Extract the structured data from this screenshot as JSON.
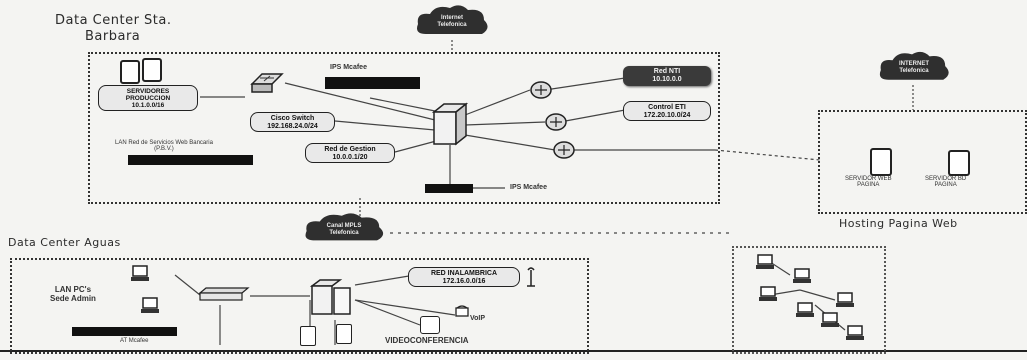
{
  "regions": {
    "sta_barbara_line1": "Data Center Sta.",
    "sta_barbara_line2": "Barbara",
    "aguas": "Data Center Aguas",
    "hosting": "Hosting Pagina Web"
  },
  "clouds": {
    "top": "Internet\nTelefonica",
    "right": "INTERNET\nTelefonica",
    "middle": "Canal MPLS\nTelefonica"
  },
  "sta_barbara": {
    "servidores": "SERVIDORES\nPRODUCCION\n10.1.0.0/16",
    "ips_top": "IPS Mcafee",
    "ips_bottom": "IPS Mcafee",
    "cisco_switch": "Cisco Switch\n192.168.24.0/24",
    "red_gestion": "Red de Gestion\n10.0.0.1/20",
    "red_nti": "Red NTI\n10.10.0.0",
    "control_eti": "Control ETI\n172.20.10.0/24",
    "servicios_note": "LAN Red de Servicios Web Bancaria\n(P.B.V.)"
  },
  "hosting": {
    "server1": "SERVIDOR WEB\nPAGINA",
    "server2": "SERVIDOR BD\nPAGINA"
  },
  "aguas": {
    "lan_pcs": "LAN PC's\nSede Admin",
    "red_inalambrica": "RED INALAMBRICA\n172.16.0.0/16",
    "voip": "VoIP",
    "videoconferencia": "VIDEOCONFERENCIA",
    "at_bottom": "AT Mcafee"
  }
}
